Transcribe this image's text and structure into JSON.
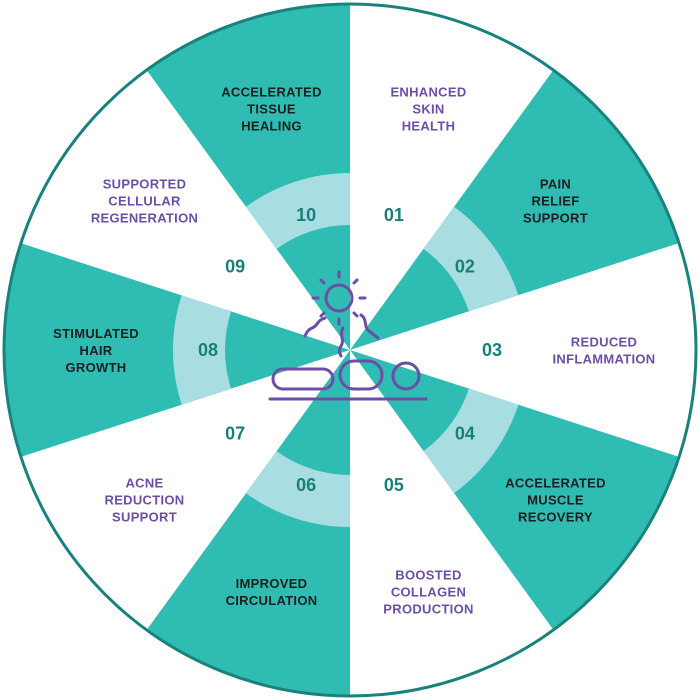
{
  "colors": {
    "teal": "#2fbcb3",
    "light_teal": "#a8dde2",
    "border": "#1a827d",
    "number": "#197f7a",
    "label_dark": "#1e1e1e",
    "label_purple": "#6b4fa6",
    "icon": "#6b4fa6",
    "white": "#ffffff"
  },
  "center_icon": "sun-and-reclining-person-icon",
  "segments": [
    {
      "number": "01",
      "lines": [
        "ENHANCED",
        "SKIN",
        "HEALTH"
      ],
      "style": "white"
    },
    {
      "number": "02",
      "lines": [
        "PAIN",
        "RELIEF",
        "SUPPORT"
      ],
      "style": "teal"
    },
    {
      "number": "03",
      "lines": [
        "REDUCED",
        "INFLAMMATION"
      ],
      "style": "white"
    },
    {
      "number": "04",
      "lines": [
        "ACCELERATED",
        "MUSCLE",
        "RECOVERY"
      ],
      "style": "teal"
    },
    {
      "number": "05",
      "lines": [
        "BOOSTED",
        "COLLAGEN",
        "PRODUCTION"
      ],
      "style": "white"
    },
    {
      "number": "06",
      "lines": [
        "IMPROVED",
        "CIRCULATION"
      ],
      "style": "teal"
    },
    {
      "number": "07",
      "lines": [
        "ACNE",
        "REDUCTION",
        "SUPPORT"
      ],
      "style": "white"
    },
    {
      "number": "08",
      "lines": [
        "STIMULATED",
        "HAIR",
        "GROWTH"
      ],
      "style": "teal"
    },
    {
      "number": "09",
      "lines": [
        "SUPPORTED",
        "CELLULAR",
        "REGENERATION"
      ],
      "style": "white"
    },
    {
      "number": "10",
      "lines": [
        "ACCELERATED",
        "TISSUE",
        "HEALING"
      ],
      "style": "teal"
    }
  ]
}
